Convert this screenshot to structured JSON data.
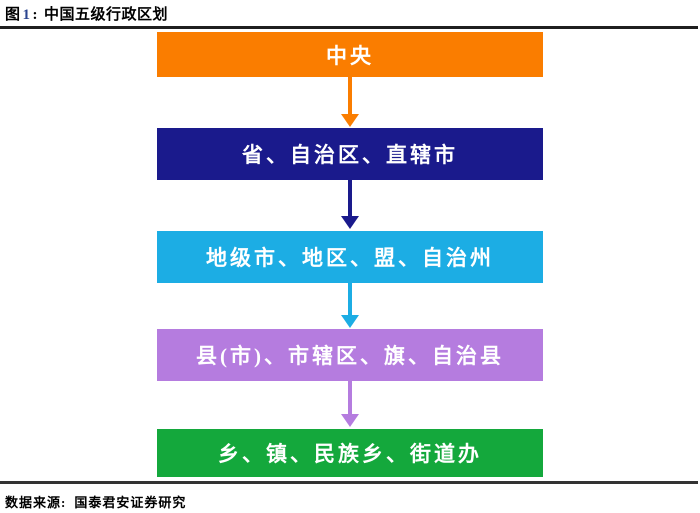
{
  "title": {
    "figure_prefix": "图",
    "figure_number": "1",
    "separator": ":",
    "text": "中国五级行政区划"
  },
  "footer": {
    "source_label": "数据来源:",
    "source_text": "国泰君安证券研究"
  },
  "colors": {
    "level_1": "#FA7D00",
    "level_2": "#1A1A8C",
    "level_3": "#1CADE4",
    "level_4": "#B57CDF",
    "level_5": "#14A83C",
    "figure_number": "#2B4590",
    "rule": "#1F1F1F",
    "box_text": "#FFFFFF"
  },
  "levels": [
    {
      "rank": 1,
      "label": "中央",
      "color": "#FA7D00"
    },
    {
      "rank": 2,
      "label": "省、自治区、直辖市",
      "color": "#1A1A8C"
    },
    {
      "rank": 3,
      "label": "地级市、地区、盟、自治州",
      "color": "#1CADE4"
    },
    {
      "rank": 4,
      "label": "县(市)、市辖区、旗、自治县",
      "color": "#B57CDF"
    },
    {
      "rank": 5,
      "label": "乡、镇、民族乡、街道办",
      "color": "#14A83C"
    }
  ]
}
